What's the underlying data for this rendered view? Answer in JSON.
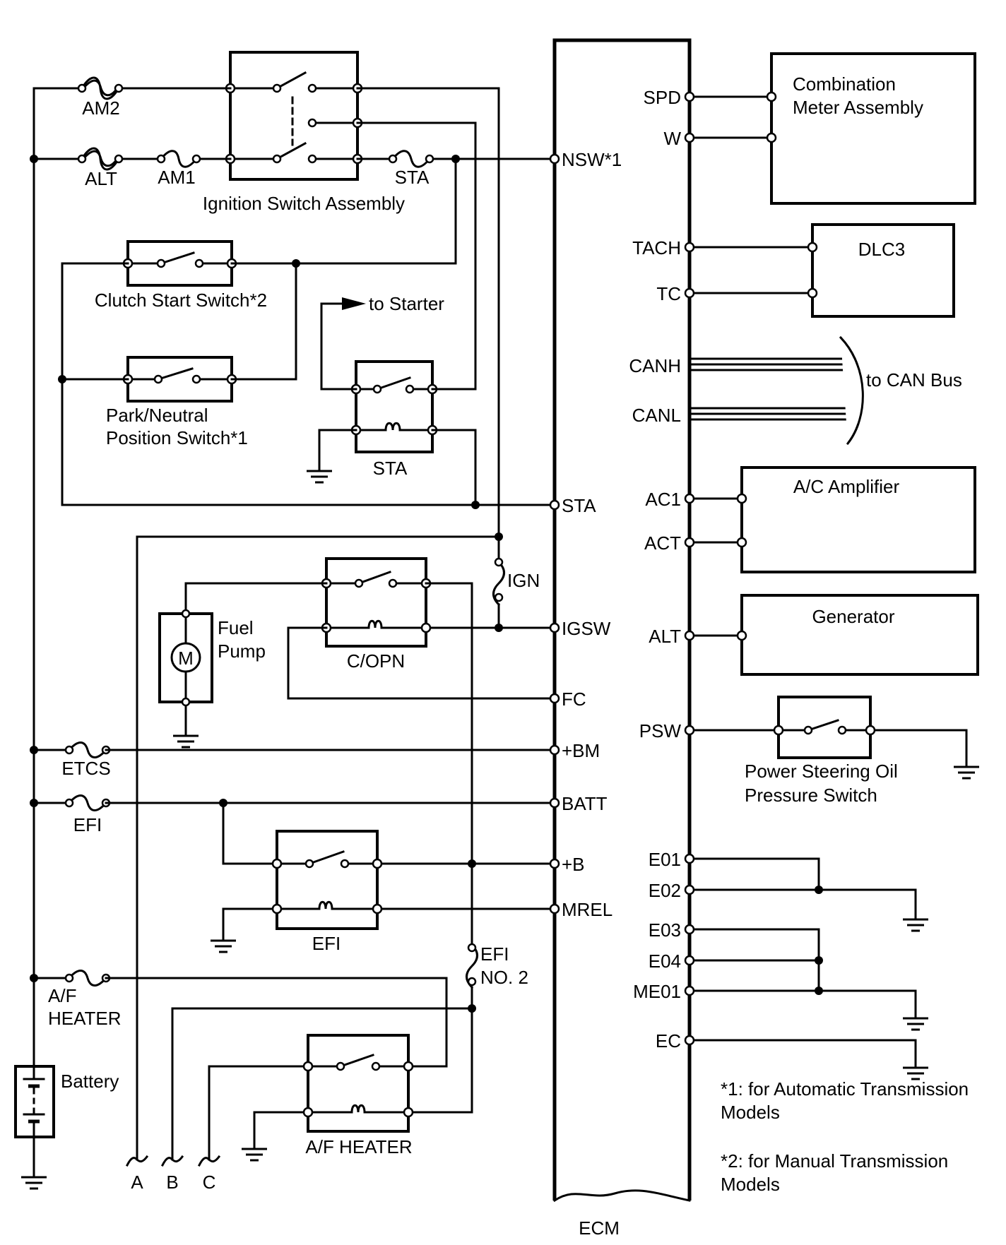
{
  "labels": {
    "am2": "AM2",
    "alt_fuse": "ALT",
    "am1": "AM1",
    "sta_fuse": "STA",
    "ignition_switch": "Ignition Switch Assembly",
    "clutch_switch": "Clutch Start Switch*2",
    "to_starter": "to Starter",
    "pnp_line1": "Park/Neutral",
    "pnp_line2": "Position Switch*1",
    "sta_relay": "STA",
    "ign_fuse": "IGN",
    "fuel_pump_line1": "Fuel",
    "fuel_pump_line2": "Pump",
    "motor": "M",
    "copn_relay": "C/OPN",
    "etcs_fuse": "ETCS",
    "efi_fuse": "EFI",
    "efi_relay": "EFI",
    "efi2_line1": "EFI",
    "efi2_line2": "NO. 2",
    "af_fuse_line1": "A/F",
    "af_fuse_line2": "HEATER",
    "battery": "Battery",
    "af_relay": "A/F HEATER",
    "conn_a": "A",
    "conn_b": "B",
    "conn_c": "C",
    "ecm": "ECM",
    "combination_meter_line1": "Combination",
    "combination_meter_line2": "Meter Assembly",
    "dlc3": "DLC3",
    "can_bus": "to CAN Bus",
    "ac_amplifier": "A/C Amplifier",
    "generator": "Generator",
    "ps_switch_line1": "Power Steering Oil",
    "ps_switch_line2": "Pressure Switch",
    "note1_line1": "*1: for Automatic Transmission",
    "note1_line2": "Models",
    "note2_line1": "*2: for Manual Transmission",
    "note2_line2": "Models"
  },
  "ecm_left_pins": {
    "nsw": "NSW*1",
    "sta": "STA",
    "igsw": "IGSW",
    "fc": "FC",
    "bm": "+BM",
    "batt": "BATT",
    "b": "+B",
    "mrel": "MREL"
  },
  "ecm_right_pins": {
    "spd": "SPD",
    "w": "W",
    "tach": "TACH",
    "tc": "TC",
    "canh": "CANH",
    "canl": "CANL",
    "ac1": "AC1",
    "act": "ACT",
    "alt": "ALT",
    "psw": "PSW",
    "e01": "E01",
    "e02": "E02",
    "e03": "E03",
    "e04": "E04",
    "me01": "ME01",
    "ec": "EC"
  }
}
